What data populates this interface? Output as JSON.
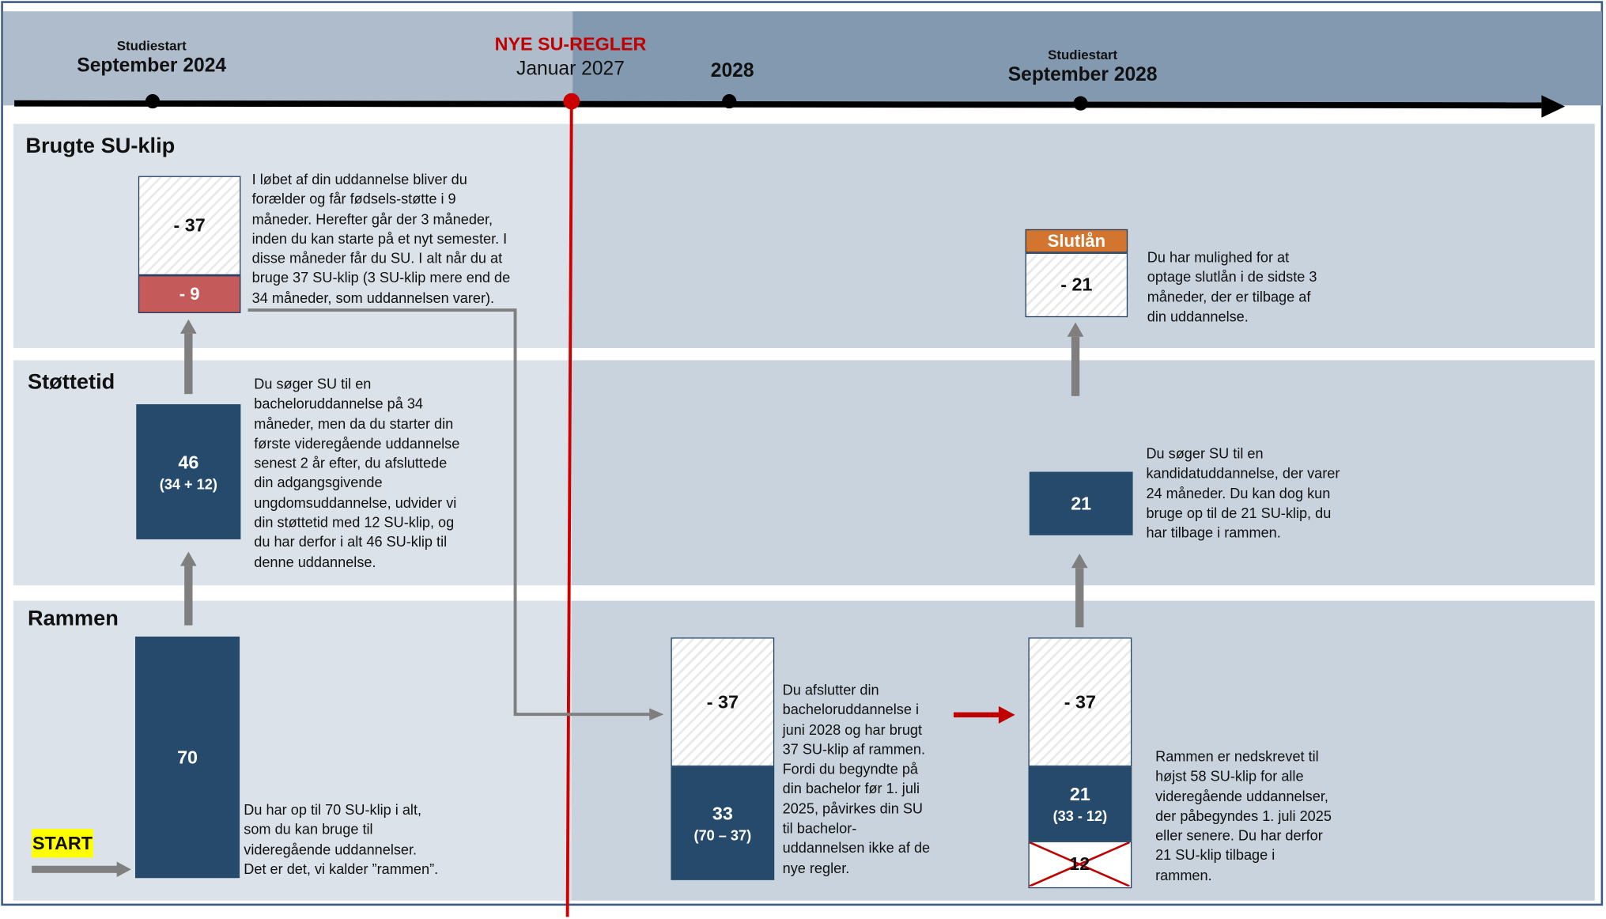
{
  "timeline": {
    "point1": {
      "small": "Studiestart",
      "big": "September 2024"
    },
    "point2": {
      "red": "NYE SU-REGLER",
      "plain": "Januar 2027"
    },
    "point3": {
      "big": "2028"
    },
    "point4": {
      "small": "Studiestart",
      "big": "September 2028"
    }
  },
  "rows": {
    "brugte": "Brugte SU-klip",
    "stottetid": "Støttetid",
    "rammen": "Rammen"
  },
  "start_label": "START",
  "boxes": {
    "brugte_37": "- 37",
    "brugte_9": "- 9",
    "stottetid_46": "46",
    "stottetid_46_sub": "(34 + 12)",
    "rammen_70": "70",
    "mid_37": "- 37",
    "mid_33": "33",
    "mid_33_sub": "(70 – 37)",
    "slutlan_header": "Slutlån",
    "slutlan_21": "- 21",
    "kandidat_21": "21",
    "right_37": "- 37",
    "right_21": "21",
    "right_21_sub": "(33 - 12)",
    "right_12": "12"
  },
  "descriptions": {
    "brugte": [
      "I løbet af din uddannelse bliver du",
      "forælder og får fødsels-støtte i 9",
      "måneder. Herefter går der 3 måneder,",
      "inden du kan starte på et nyt semester. I",
      "disse måneder får du SU. I alt når du at",
      "bruge 37 SU-klip (3 SU-klip mere end de",
      "34 måneder, som uddannelsen varer)."
    ],
    "stottetid": [
      "Du søger SU til en",
      "bacheloruddannelse på 34",
      "måneder, men da du starter din",
      "første videregående uddannelse",
      "senest 2 år efter, du afsluttede",
      "din adgangsgivende",
      "ungdomsuddannelse, udvider vi",
      "din støttetid med 12 SU-klip, og",
      "du har derfor i alt 46 SU-klip til",
      "denne uddannelse."
    ],
    "rammen": [
      "Du har op til 70 SU-klip i alt,",
      "som du kan bruge til",
      "videregående uddannelser.",
      "Det er det, vi kalder ”rammen”."
    ],
    "mid": [
      "Du afslutter din",
      "bacheloruddannelse i",
      "juni 2028 og har brugt",
      "37 SU-klip af rammen.",
      "Fordi du begyndte på",
      "din bachelor før 1. juli",
      "2025, påvirkes din SU",
      "til bachelor-",
      "uddannelsen ikke af de",
      "nye regler."
    ],
    "slutlan": [
      "Du har mulighed for at",
      "optage slutlån i de sidste 3",
      "måneder, der er tilbage af",
      "din uddannelse."
    ],
    "kandidat": [
      "Du søger SU til en",
      "kandidatuddannelse, der varer",
      "24 måneder. Du kan dog kun",
      "bruge op til de 21 SU-klip, du",
      "har tilbage i rammen."
    ],
    "right": [
      "Rammen er nedskrevet til",
      "højst 58 SU-klip for alle",
      "videregående uddannelser,",
      "der påbegyndes 1. juli 2025",
      "eller senere. Du har derfor",
      "21 SU-klip tilbage i",
      "rammen."
    ]
  },
  "colors": {
    "navy": "#254a6b",
    "red_line": "#cc0000",
    "red_box": "#c55a5a",
    "orange": "#d4752f",
    "start_yellow": "#ffff00",
    "arrow_gray": "#7f7f7f"
  }
}
